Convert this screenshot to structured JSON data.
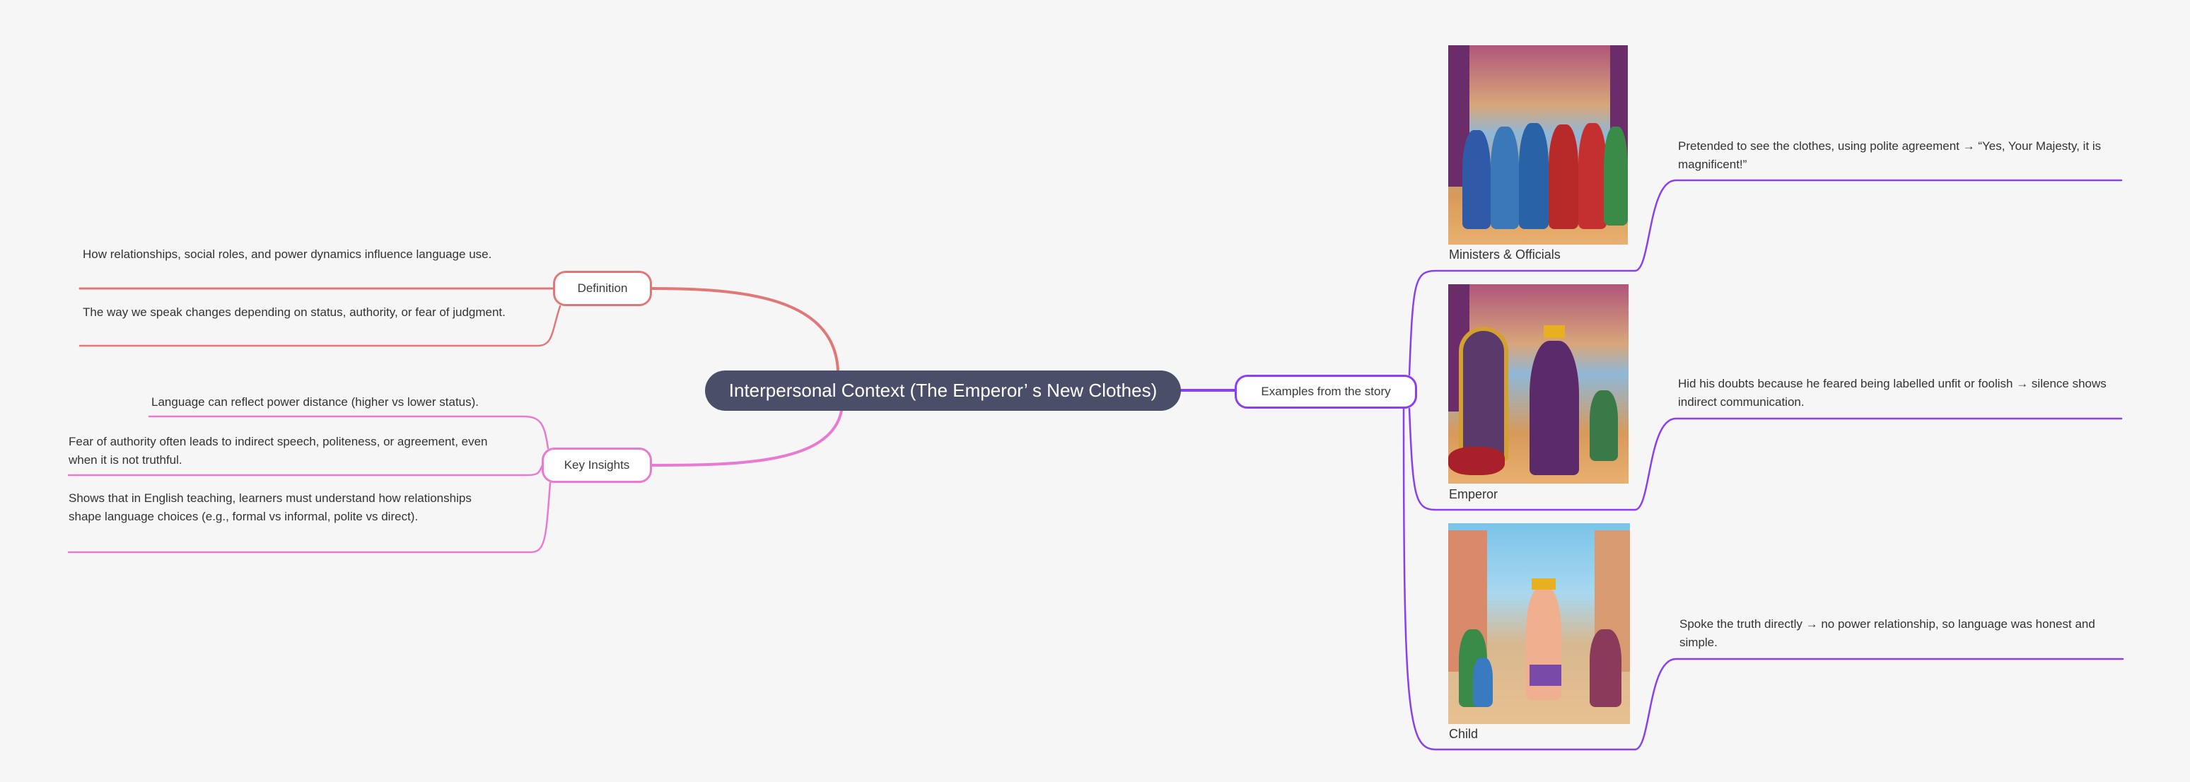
{
  "central": {
    "label": "Interpersonal Context (The Emperor’ s New Clothes)"
  },
  "branches": {
    "definition": {
      "label": "Definition",
      "color": "#e07878",
      "items": [
        "How relationships, social roles, and power dynamics influence language use.",
        "The way we speak changes depending on status, authority, or fear of judgment."
      ]
    },
    "key_insights": {
      "label": "Key Insights",
      "color": "#e87ad2",
      "items": [
        "Language can reflect power distance (higher vs lower status).",
        "Fear of authority often leads to indirect speech, politeness, or agreement, even when it is not truthful.",
        "Shows that in English teaching, learners must understand how relationships shape language choices (e.g., formal vs informal, polite vs direct)."
      ]
    },
    "examples": {
      "label": "Examples from the story",
      "color": "#8a3ff0",
      "items": [
        {
          "caption": "Ministers & Officials",
          "image": "ministers-illustration",
          "note": "Pretended to see the clothes, using polite agreement → “Yes, Your Majesty, it is magnificent!”"
        },
        {
          "caption": "Emperor",
          "image": "emperor-illustration",
          "note": "Hid his doubts because he feared being labelled unfit or foolish → silence shows indirect communication."
        },
        {
          "caption": "Child",
          "image": "child-illustration",
          "note": "Spoke the truth directly → no power relationship, so language was honest and simple."
        }
      ]
    }
  }
}
